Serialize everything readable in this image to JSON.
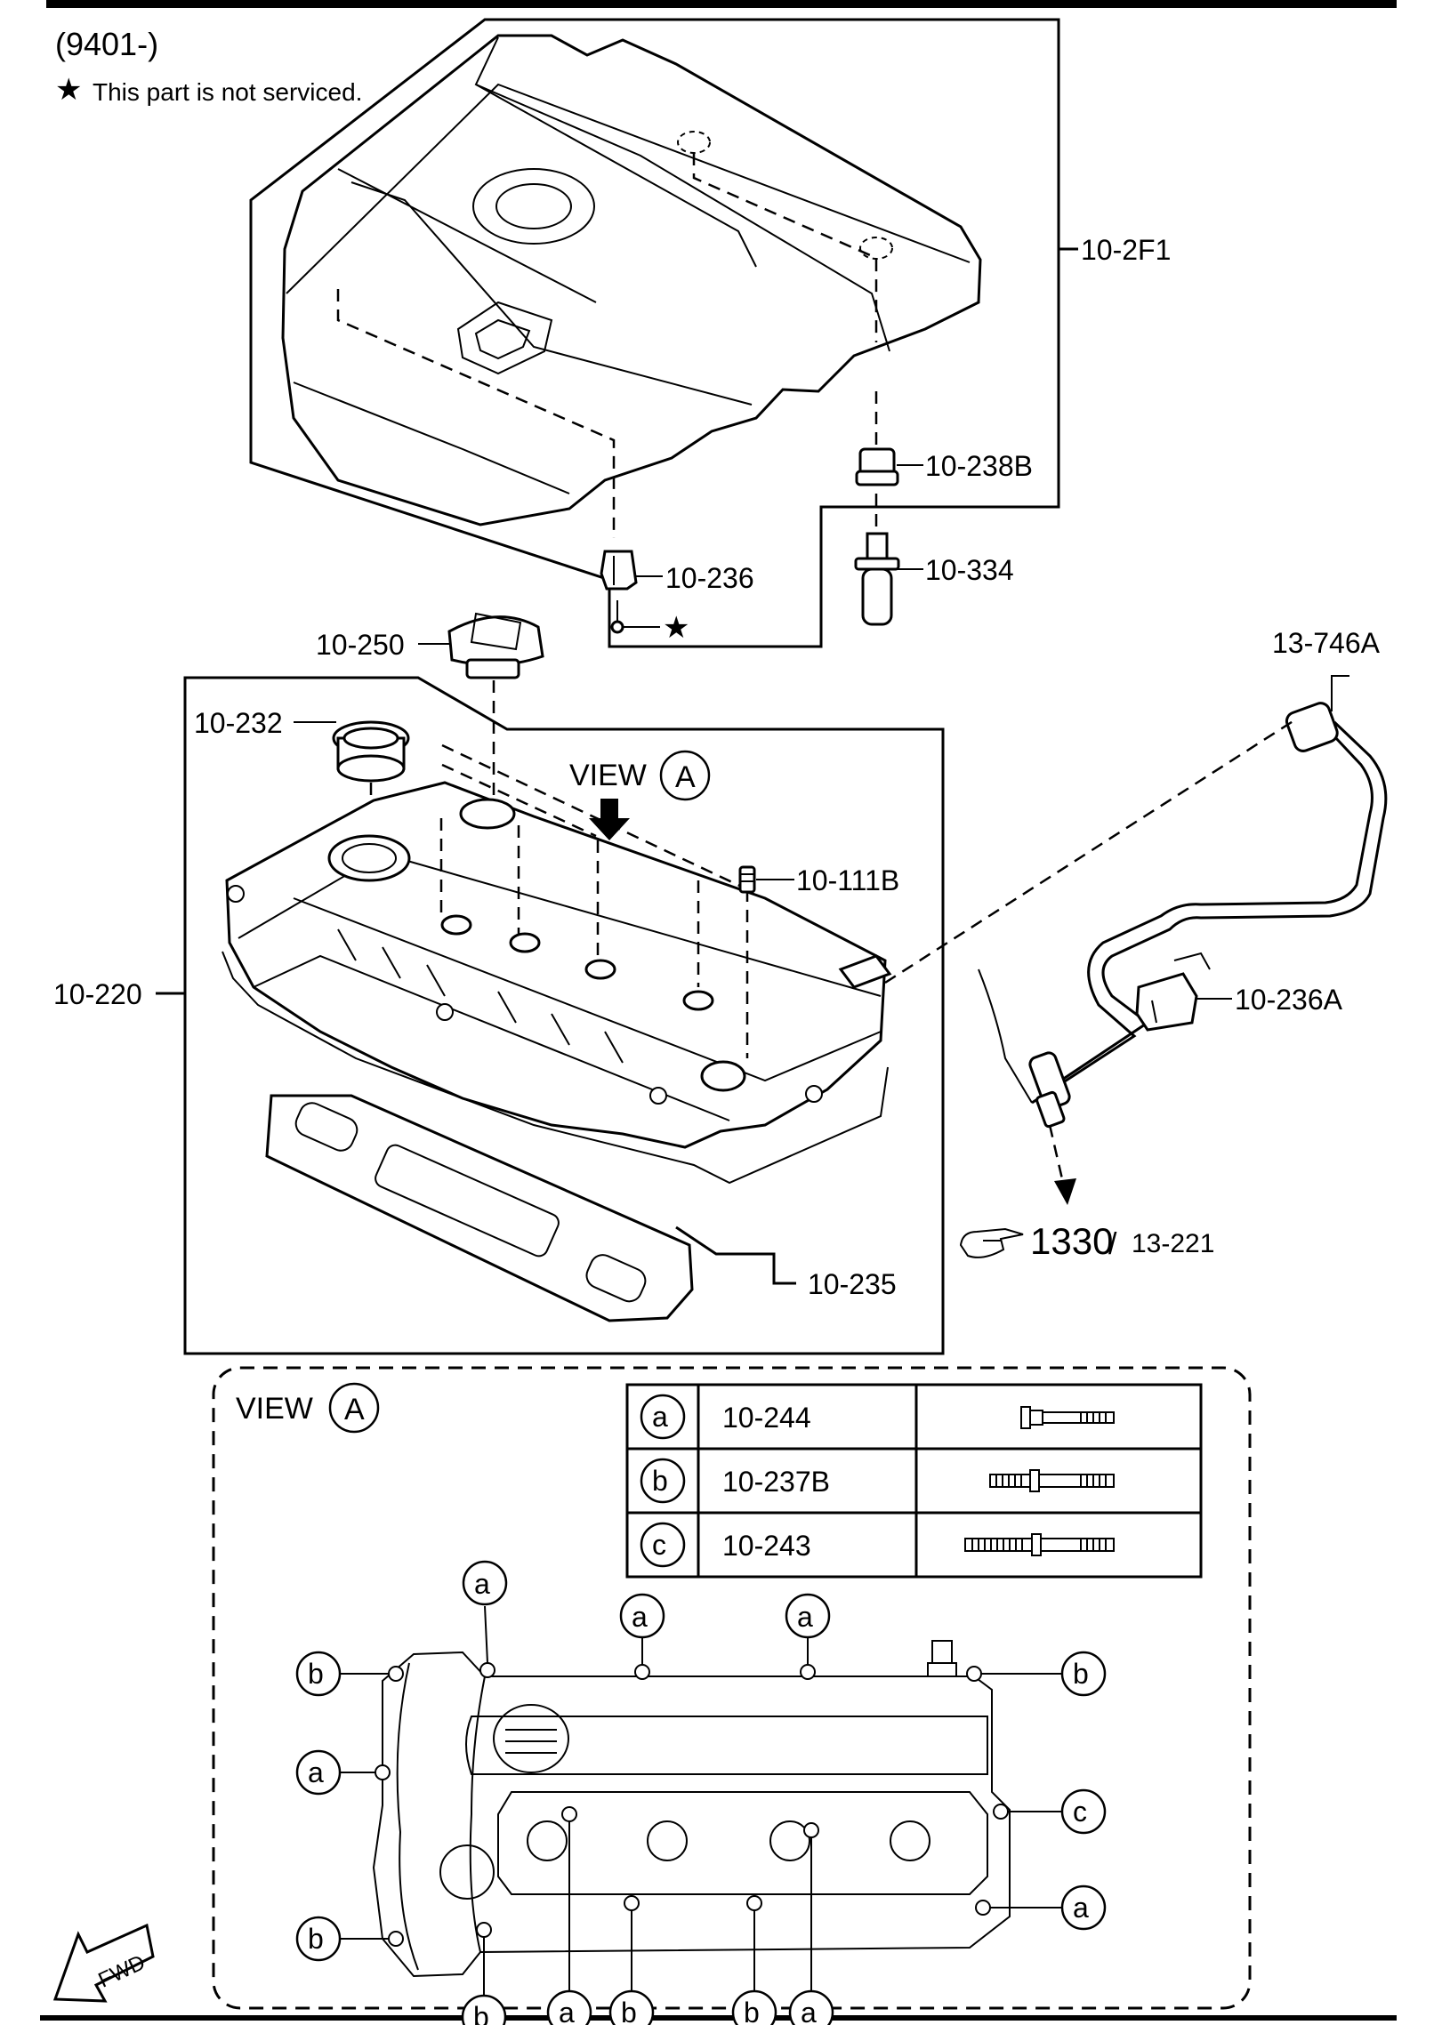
{
  "header": {
    "model_range": "(9401-)",
    "not_serviced_symbol": "★",
    "not_serviced_note": "This part is not serviced."
  },
  "part_labels": {
    "engine_cover": "10-2F1",
    "cover_grommet": "10-238B",
    "cover_stud": "10-334",
    "cover_bracket": "10-236",
    "bracket_screw_symbol": "★",
    "oil_filler_cap": "10-250",
    "cap_seal": "10-232",
    "vent_hose": "13-746A",
    "hose_clip": "10-236A",
    "spark_plug_seal": "10-111B",
    "valve_cover": "10-220",
    "cover_gasket": "10-235"
  },
  "reference": {
    "pointer_icon": "pointing-hand-icon",
    "group": "1330",
    "separator": "/",
    "subgroup": "13-221"
  },
  "view_a": {
    "label": "VIEW",
    "letter": "A"
  },
  "legend": {
    "rows": [
      {
        "key": "a",
        "part": "10-244"
      },
      {
        "key": "b",
        "part": "10-237B"
      },
      {
        "key": "c",
        "part": "10-243"
      }
    ]
  },
  "bolt_callouts": {
    "a": "a",
    "b": "b",
    "c": "c"
  },
  "direction": {
    "icon": "fwd-arrow-icon",
    "label": "FWD"
  }
}
